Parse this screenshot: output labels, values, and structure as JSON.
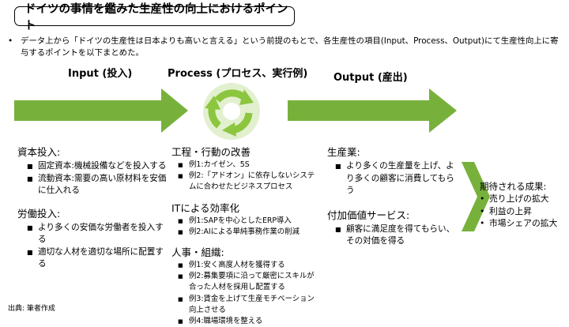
{
  "title": "ドイツの事情を鑑みた生産性の向上におけるポイント",
  "intro": {
    "bullet": "•",
    "text": "データ上から「ドイツの生産性は日本よりも高いと言える」という前提のもとで、各生産性の項目(Input、Process、Output)にて生産性向上に寄与するポイントを以下まとめた。"
  },
  "colors": {
    "arrow_green": "#77b13b",
    "cycle_green": "#8cc63f",
    "cycle_inner": "#ffffff"
  },
  "icons": {
    "cycle": "recycle-cycle-icon"
  },
  "input": {
    "header": "Input (投入)",
    "sections": [
      {
        "title": "資本投入:",
        "items": [
          "固定資本:機械設備などを投入する",
          "流動資本:需要の高い原材料を安価に仕入れる"
        ]
      },
      {
        "title": "労働投入:",
        "items": [
          "より多くの安価な労働者を投入する",
          "適切な人材を適切な場所に配置する"
        ]
      }
    ]
  },
  "process": {
    "header": "Process (プロセス、実行例)",
    "sections": [
      {
        "title": "工程・行動の改善",
        "items": [
          "例1:カイゼン、5S",
          "例2:「アドオン」に依存しないシステムに合わせたビジネスプロセス"
        ]
      },
      {
        "title": "ITによる効率化",
        "items": [
          "例1:SAPを中心としたERP導入",
          "例2:AIによる単純事務作業の削減"
        ]
      },
      {
        "title": "人事・組織:",
        "items": [
          "例1:安く高度人材を獲得する",
          "例2:募集要項に沿って厳密にスキルが合った人材を採用し配置する",
          "例3:賃金を上げて生産モチベーション向上させる",
          "例4:職場環境を整える"
        ]
      }
    ]
  },
  "output": {
    "header": "Output (産出)",
    "sections": [
      {
        "title": "生産業:",
        "items": [
          "より多くの生産量を上げ、より多くの顧客に消費してもらう"
        ]
      },
      {
        "title": "付加価値サービス:",
        "items": [
          "顧客に満足度を得てもらい、その対価を得る"
        ]
      }
    ]
  },
  "expected": {
    "title": "期待される成果:",
    "items": [
      "売り上げの拡大",
      "利益の上昇",
      "市場シェアの拡大"
    ]
  },
  "source": "出典: 筆者作成"
}
